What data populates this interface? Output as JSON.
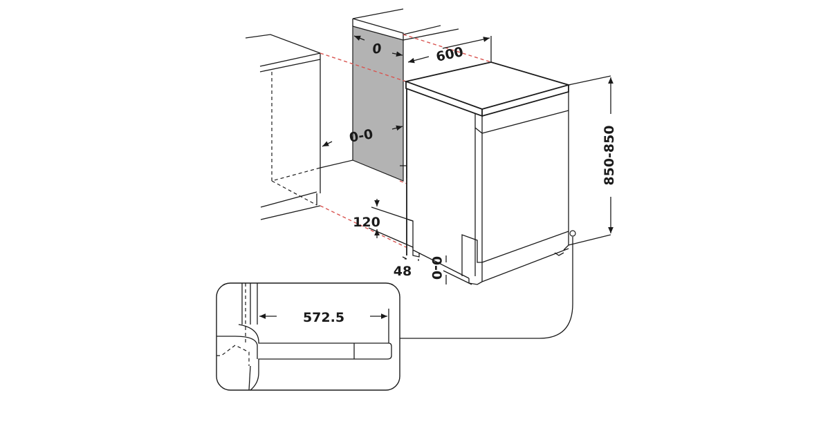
{
  "diagram": {
    "labels": {
      "gap_side_top": "0",
      "gap_side": "0-0",
      "width": "600",
      "height": "850-850",
      "plinth_height": "120",
      "plinth_depth": "48",
      "foot_adjust": "0-0",
      "inset_depth": "572.5"
    },
    "colors": {
      "line": "#1a1a1a",
      "panel": "#b3b3b3",
      "guide": "#d9534f"
    }
  }
}
